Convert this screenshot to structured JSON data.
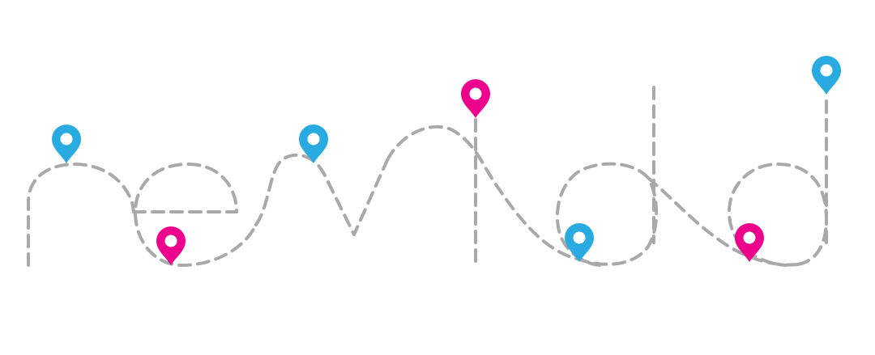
{
  "logo": {
    "wordmark": "nevidd",
    "style": "dashed route lettering with map location pins"
  },
  "colors": {
    "background": "#ffffff",
    "route": "#a9a9a9",
    "pin_blue": "#29abe2",
    "pin_magenta": "#ec008c",
    "pin_hole": "#ffffff"
  },
  "pins": [
    {
      "icon": "map-pin-icon",
      "color": "blue"
    },
    {
      "icon": "map-pin-icon",
      "color": "magenta"
    },
    {
      "icon": "map-pin-icon",
      "color": "blue"
    },
    {
      "icon": "map-pin-icon",
      "color": "magenta"
    },
    {
      "icon": "map-pin-icon",
      "color": "blue"
    },
    {
      "icon": "map-pin-icon",
      "color": "magenta"
    },
    {
      "icon": "map-pin-icon",
      "color": "blue"
    }
  ]
}
